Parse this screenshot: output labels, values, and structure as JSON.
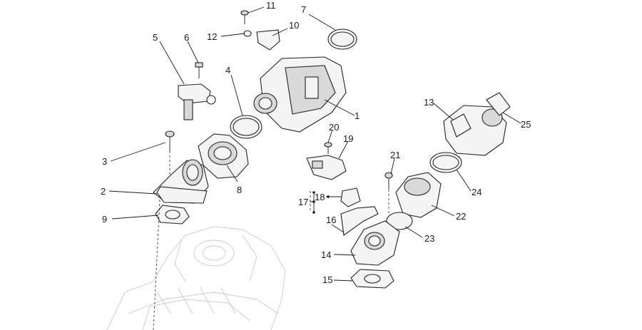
{
  "labels": {
    "l1": "1",
    "l2": "2",
    "l3": "3",
    "l4": "4",
    "l5": "5",
    "l6": "6",
    "l7": "7",
    "l8": "8",
    "l9": "9",
    "l10": "10",
    "l11": "11",
    "l12": "12",
    "l13": "13",
    "l14": "14",
    "l15": "15",
    "l16": "16",
    "l17": "17",
    "l18": "18",
    "l19": "19",
    "l20": "20",
    "l21": "21",
    "l22": "22",
    "l23": "23",
    "l24": "24",
    "l25": "25"
  }
}
